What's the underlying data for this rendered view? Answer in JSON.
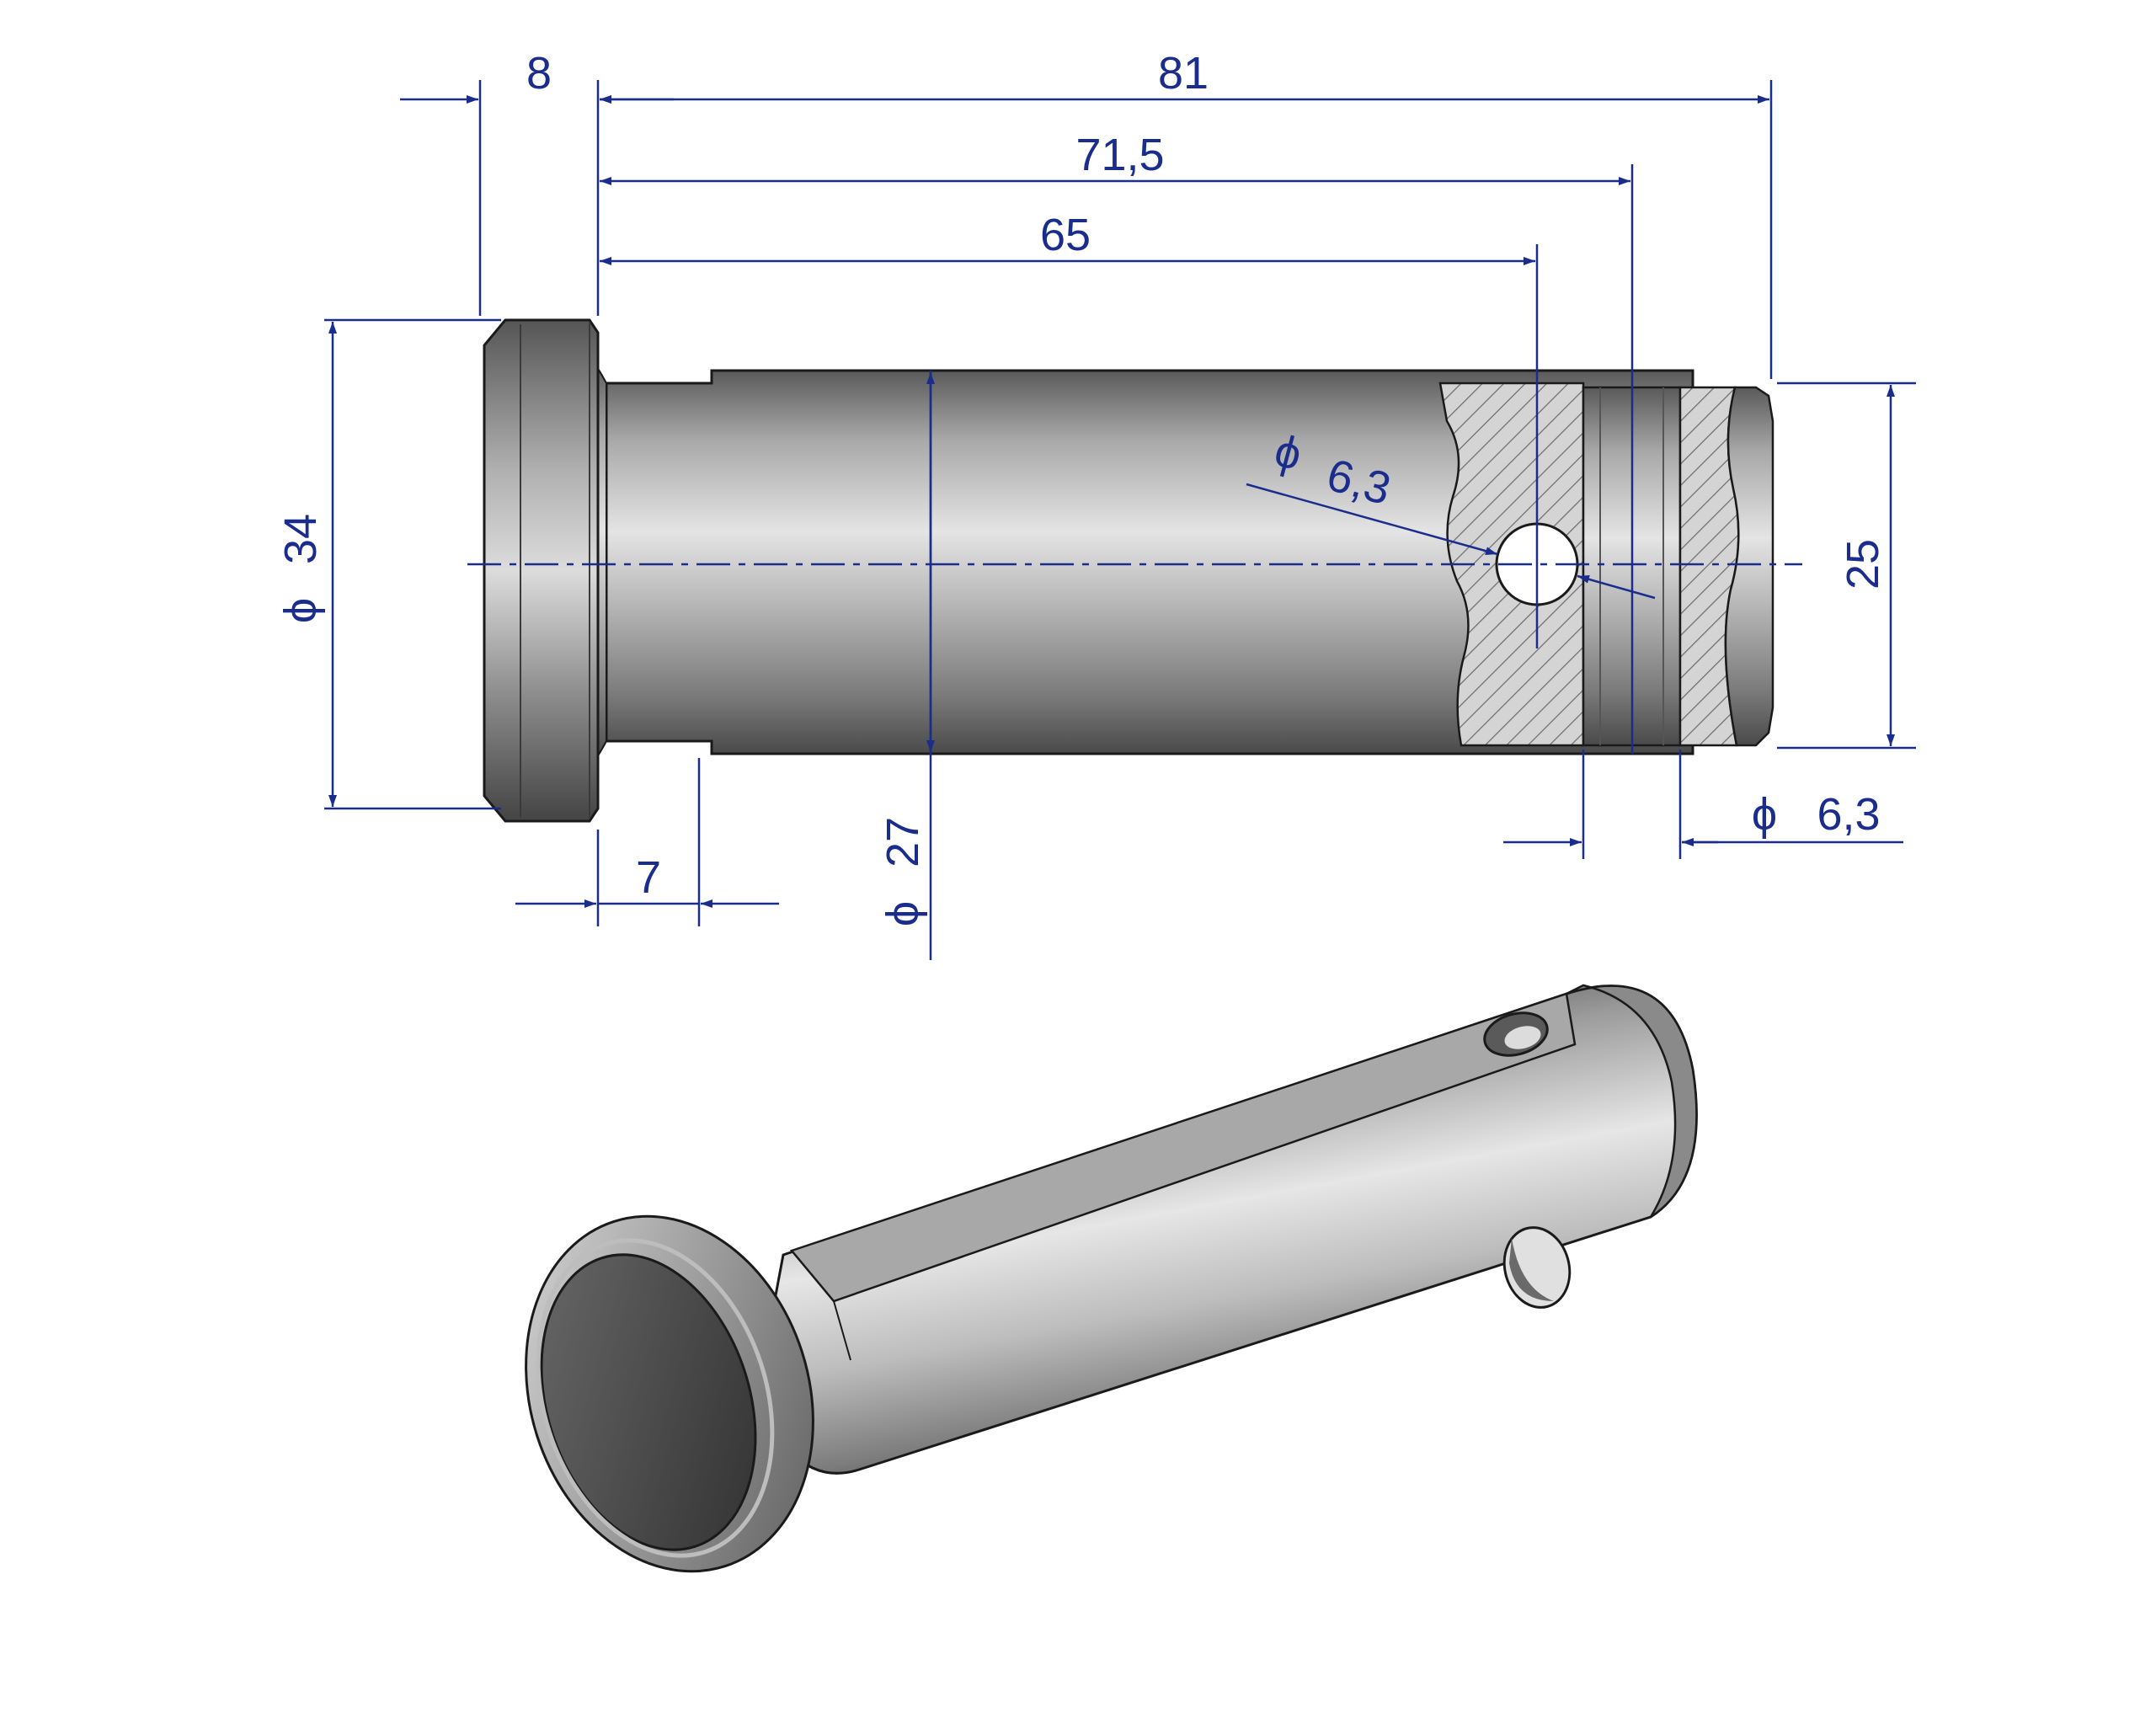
{
  "colors": {
    "dimension": "#1a2d8c",
    "outline": "#1a1a1a",
    "metal_light": "#e2e2e2",
    "metal_mid": "#9a9a9a",
    "metal_dark": "#4a4a4a",
    "hatch": "#7a7a7a",
    "background": "#ffffff"
  },
  "dimensions": {
    "head_length": "8",
    "overall_length": "81",
    "length_to_groove": "71,5",
    "length_to_hole": "65",
    "head_diameter": "34",
    "shank_diameter": "27",
    "tip_diameter": "25",
    "hole_diameter": "6,3",
    "groove_width": "6,3",
    "flat_length": "7",
    "diameter_symbol": "ϕ"
  }
}
